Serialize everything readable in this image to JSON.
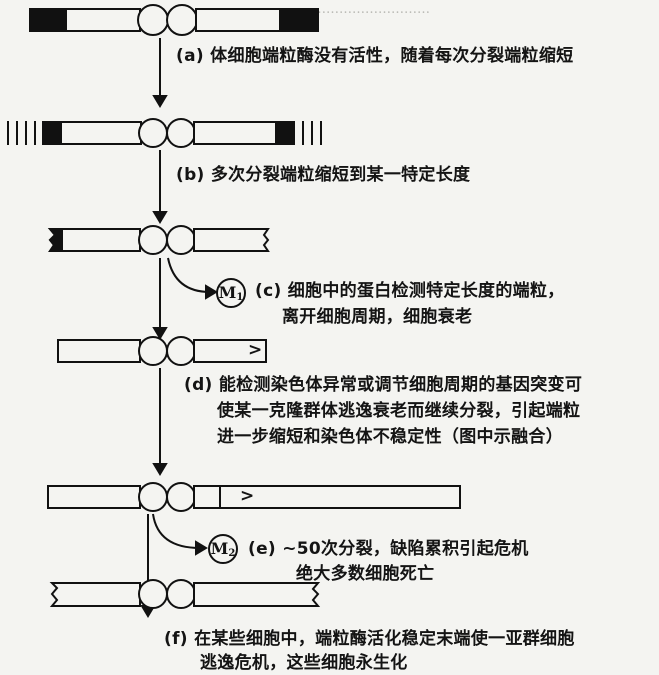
{
  "steps": [
    {
      "id": "a",
      "label": "(a)",
      "lines": [
        "体细胞端粒酶没有活性，随着每次分裂端粒缩短"
      ]
    },
    {
      "id": "b",
      "label": "(b)",
      "lines": [
        "多次分裂端粒缩短到某一特定长度"
      ]
    },
    {
      "id": "c",
      "label": "(c)",
      "lines": [
        "细胞中的蛋白检测特定长度的端粒，",
        "离开细胞周期，细胞衰老"
      ]
    },
    {
      "id": "d",
      "label": "(d)",
      "lines": [
        "能检测染色体异常或调节细胞周期的基因突变可",
        "使某一克隆群体逃逸衰老而继续分裂，引起端粒",
        "进一步缩短和染色体不稳定性（图中示融合）"
      ]
    },
    {
      "id": "e",
      "label": "(e)",
      "lines": [
        "~50次分裂，缺陷累积引起危机",
        "绝大多数细胞死亡"
      ]
    },
    {
      "id": "f",
      "label": "(f)",
      "lines": [
        "在某些细胞中，端粒酶活化稳定末端使一亚群细胞",
        "逃逸危机，这些细胞永生化"
      ]
    }
  ],
  "checkpoints": [
    {
      "id": "M1",
      "letter": "M",
      "sub": "1"
    },
    {
      "id": "M2",
      "letter": "M",
      "sub": "2"
    }
  ],
  "fusion_marks": [
    ">",
    ">"
  ],
  "colors": {
    "ink": "#111111",
    "paper": "#f4f4f1",
    "telomere": "#111111"
  }
}
